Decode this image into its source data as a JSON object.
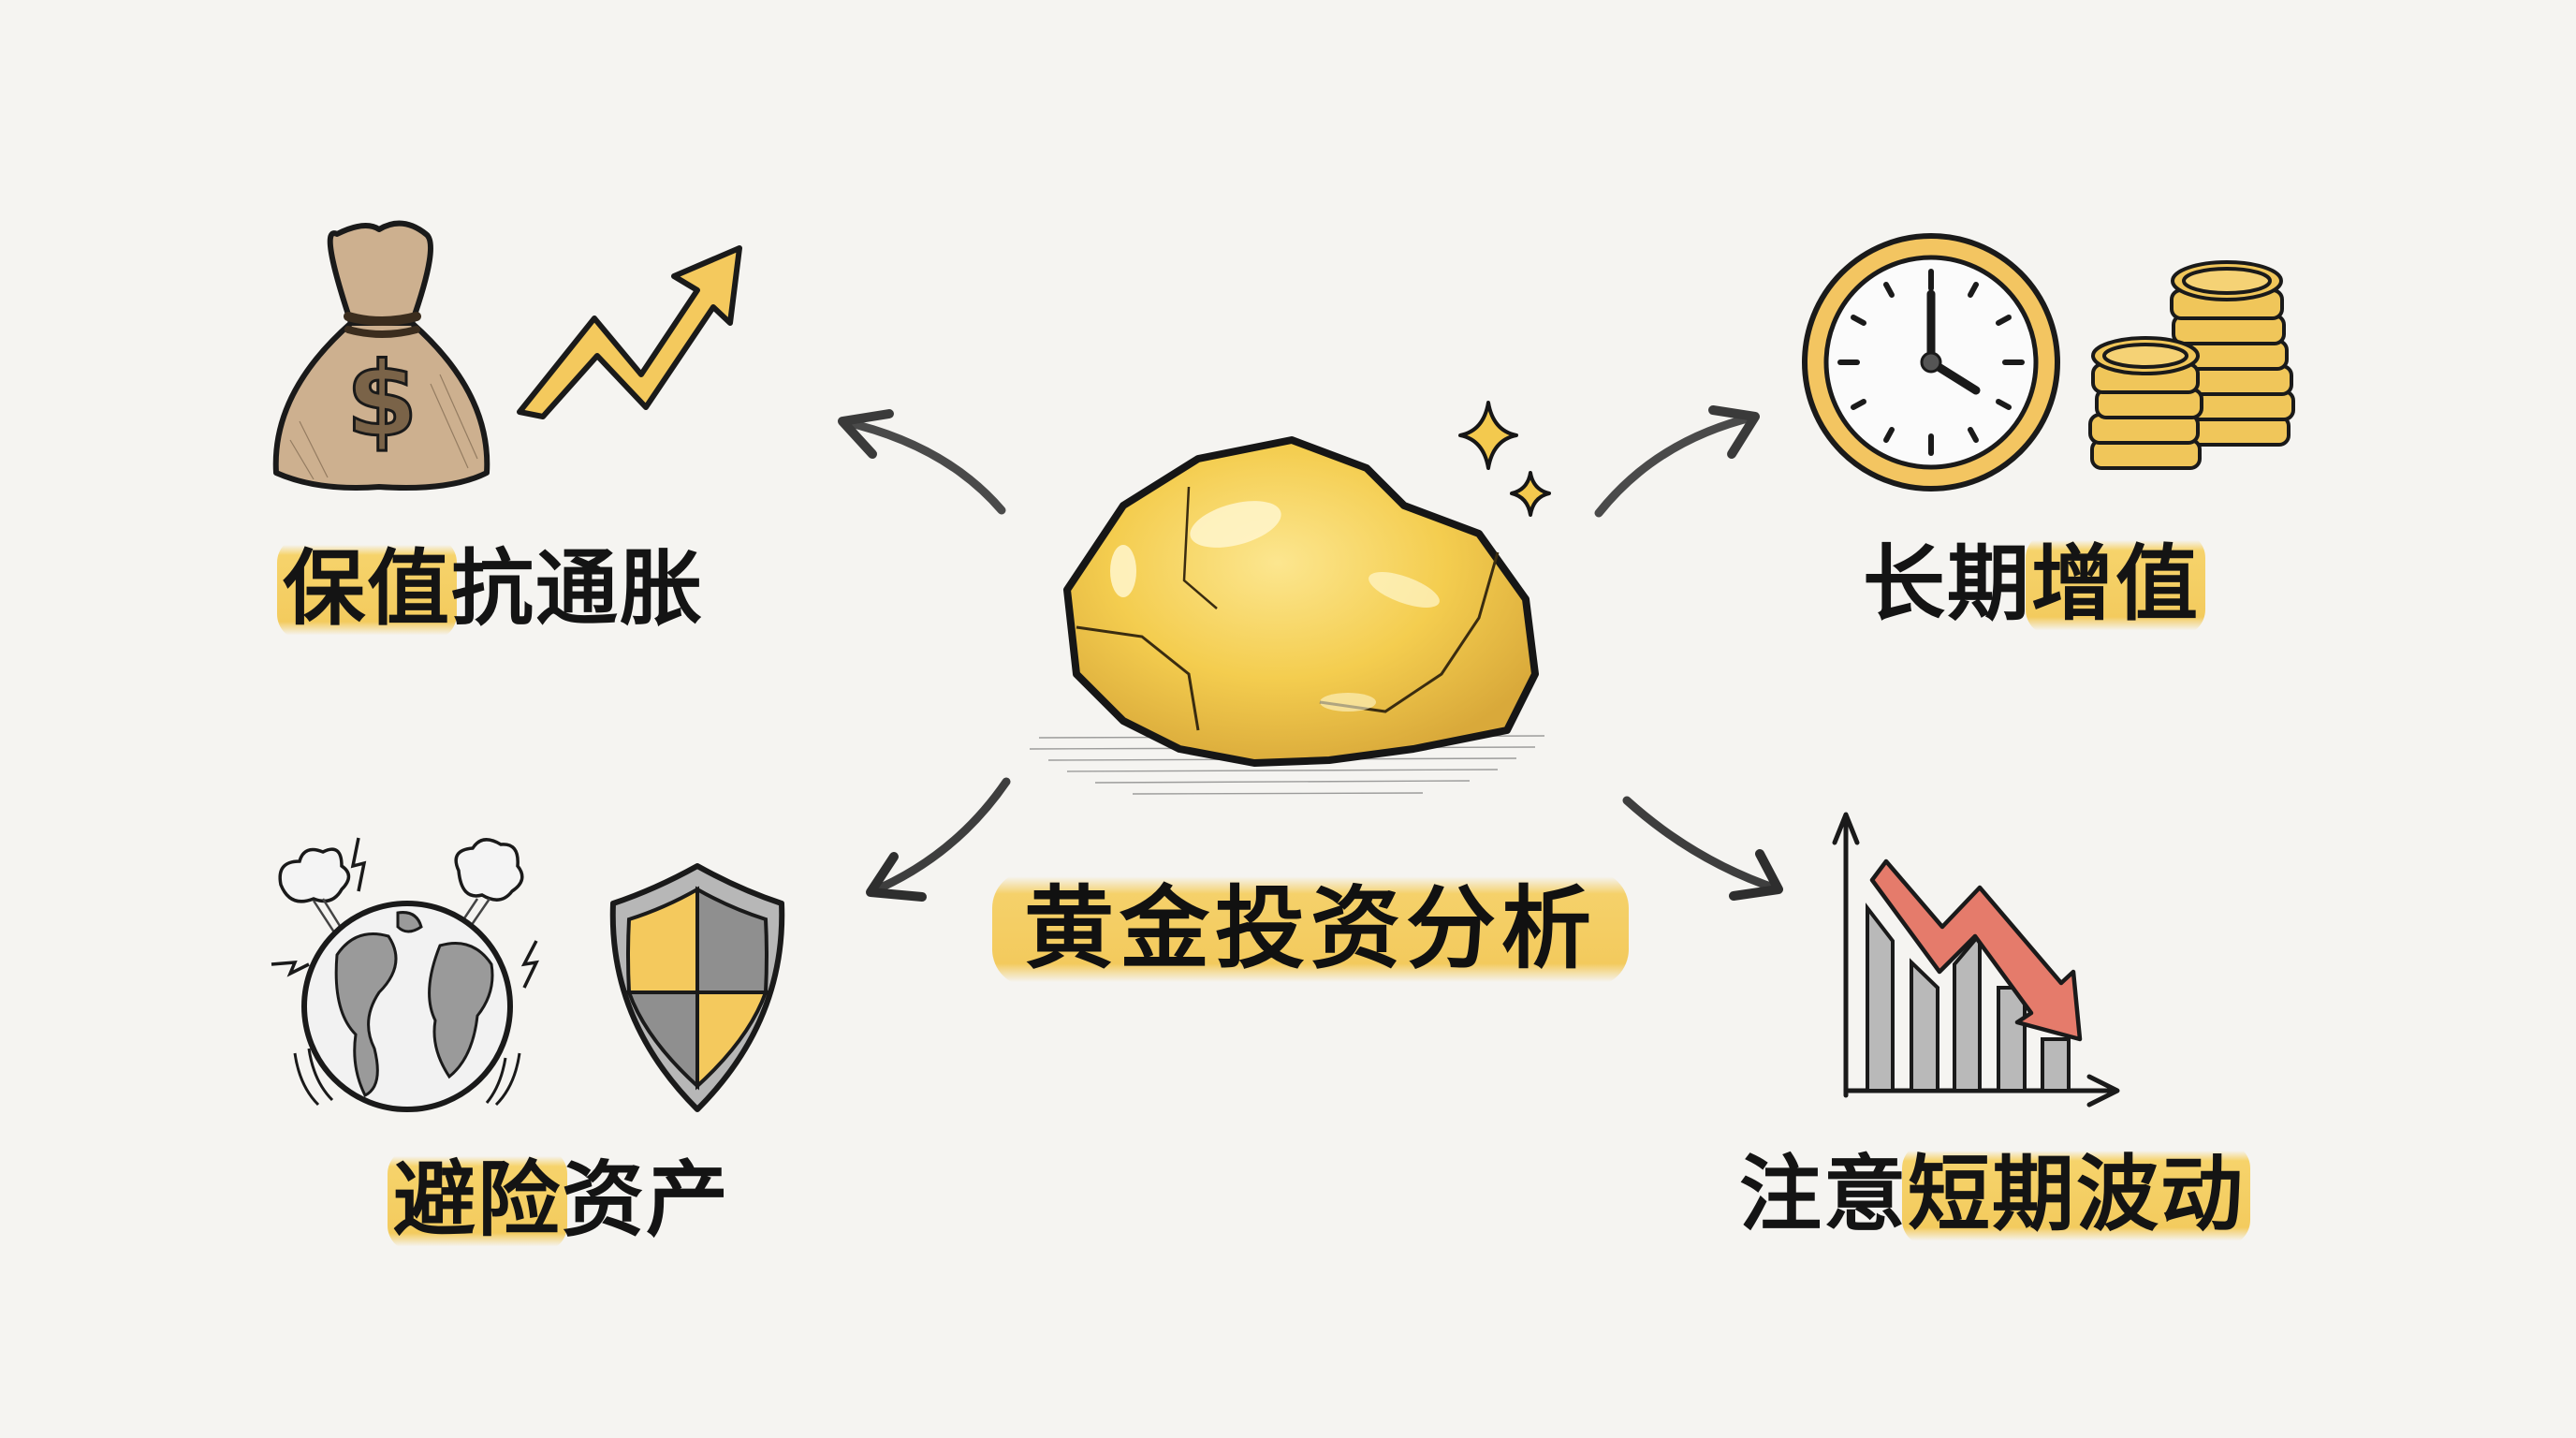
{
  "diagram": {
    "title": "黄金投资分析",
    "center_icon": "gold-nugget-icon",
    "colors": {
      "background": "#f5f4f1",
      "gold": "#f3c94e",
      "gold_light": "#fbe089",
      "highlight": "#f6d36b",
      "outline": "#1a1a1a",
      "pencil_gray": "#8a8a8a",
      "bag_tan": "#cdb08f",
      "down_arrow_red": "#e57b6b"
    },
    "branches": [
      {
        "id": "top-left",
        "label_highlight": "保值",
        "label_rest": "抗通胀",
        "icons": [
          "money-bag-icon",
          "up-trend-arrow-icon"
        ],
        "arrow_direction": "up-left"
      },
      {
        "id": "top-right",
        "label_plain": "长期",
        "label_highlight": "增值",
        "icons": [
          "clock-icon",
          "coin-stacks-icon"
        ],
        "clock_time": "4:00",
        "arrow_direction": "up-right"
      },
      {
        "id": "bottom-left",
        "label_highlight": "避险",
        "label_rest": "资产",
        "icons": [
          "globe-turmoil-icon",
          "shield-icon"
        ],
        "arrow_direction": "down-left"
      },
      {
        "id": "bottom-right",
        "label_plain": "注意",
        "label_highlight": "短期波动",
        "icons": [
          "declining-bar-chart-icon"
        ],
        "arrow_direction": "down-right"
      }
    ]
  }
}
